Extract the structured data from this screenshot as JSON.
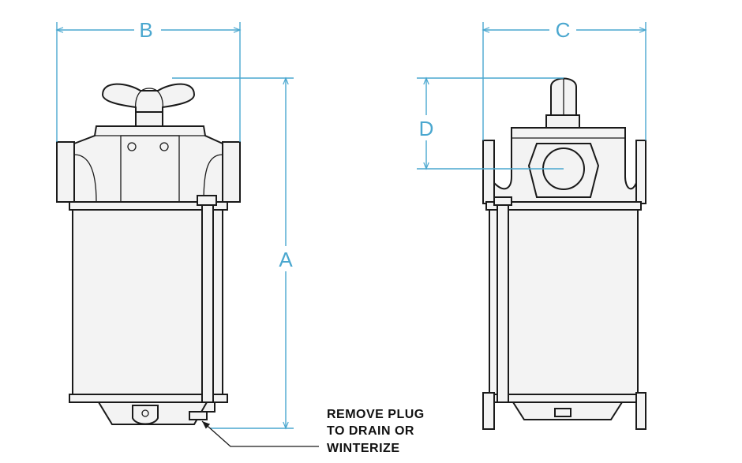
{
  "dimensions": {
    "a": "A",
    "b": "B",
    "c": "C",
    "d": "D"
  },
  "note": {
    "line1": "REMOVE PLUG",
    "line2": "TO  DRAIN OR",
    "line3": "WINTERIZE"
  },
  "colors": {
    "dimension": "#4aa7cf",
    "outline": "#1a1a1a",
    "fill": "#f3f3f3"
  }
}
